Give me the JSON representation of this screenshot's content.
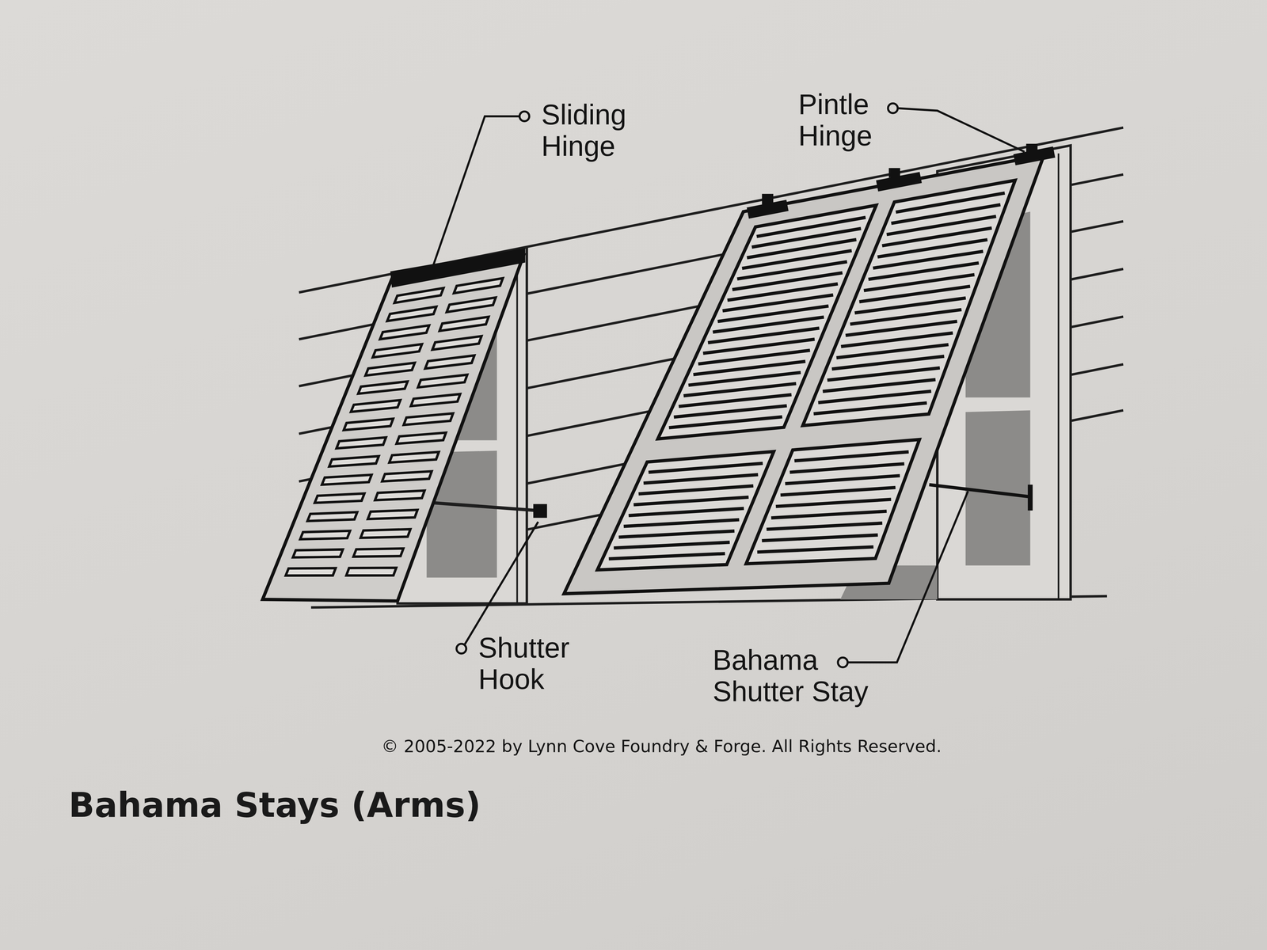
{
  "diagram": {
    "title": "Bahama Stays (Arms)",
    "labels": [
      "Sliding Hinge",
      "Pintle Hinge",
      "Shutter Hook",
      "Bahama Shutter Stay",
      "© 2005-2022 by Lynn Cove Foundry & Forge. All Rights Reserved."
    ]
  }
}
